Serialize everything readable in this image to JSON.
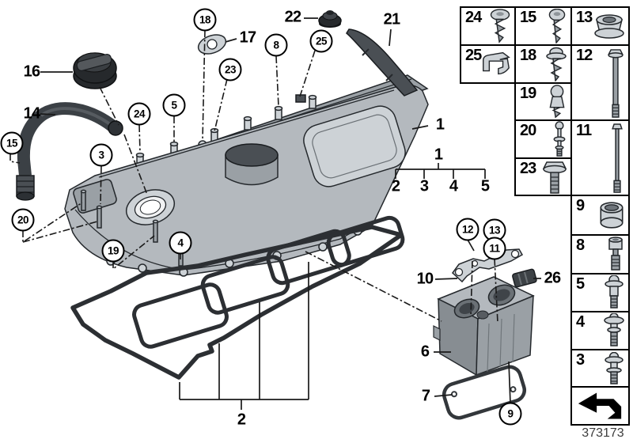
{
  "drawing_code": "373173",
  "callouts": {
    "c1": "1",
    "c2": "2",
    "c3": "3",
    "c4": "4",
    "c5": "5",
    "c6": "6",
    "c7": "7",
    "c8": "8",
    "c9": "9",
    "c10": "10",
    "c11": "11",
    "c12": "12",
    "c13": "13",
    "c14": "14",
    "c15": "15",
    "c16": "16",
    "c17": "17",
    "c18": "18",
    "c19": "19",
    "c20": "20",
    "c21": "21",
    "c22": "22",
    "c23": "23",
    "c24": "24",
    "c25": "25",
    "c26": "26"
  },
  "tree": {
    "root": "1",
    "children": [
      "2",
      "3",
      "4",
      "5"
    ]
  },
  "legend": {
    "cells": [
      {
        "label": "24",
        "icon": "tapping-screw"
      },
      {
        "label": "25",
        "icon": "spring-clip"
      },
      {
        "label": "15",
        "icon": "pan-head-screw"
      },
      {
        "label": "18",
        "icon": "washer-screw"
      },
      {
        "label": "19",
        "icon": "ball-stud"
      },
      {
        "label": "20",
        "icon": "ball-pin"
      },
      {
        "label": "23",
        "icon": "flange-bolt"
      },
      {
        "label": "13",
        "icon": "flange-nut"
      },
      {
        "label": "12",
        "icon": "hex-bolt-long"
      },
      {
        "label": "11",
        "icon": "stud-long"
      },
      {
        "label": "9",
        "icon": "sleeve-bushing"
      },
      {
        "label": "8",
        "icon": "socket-head-screw"
      },
      {
        "label": "5",
        "icon": "shoulder-screw"
      },
      {
        "label": "4",
        "icon": "shoulder-screw"
      },
      {
        "label": "3",
        "icon": "shoulder-screw"
      }
    ]
  },
  "colors": {
    "line": "#1a1a1a",
    "metal_light": "#cdd2d6",
    "metal_mid": "#9aa0a5",
    "rubber_dark": "#2f3337"
  }
}
